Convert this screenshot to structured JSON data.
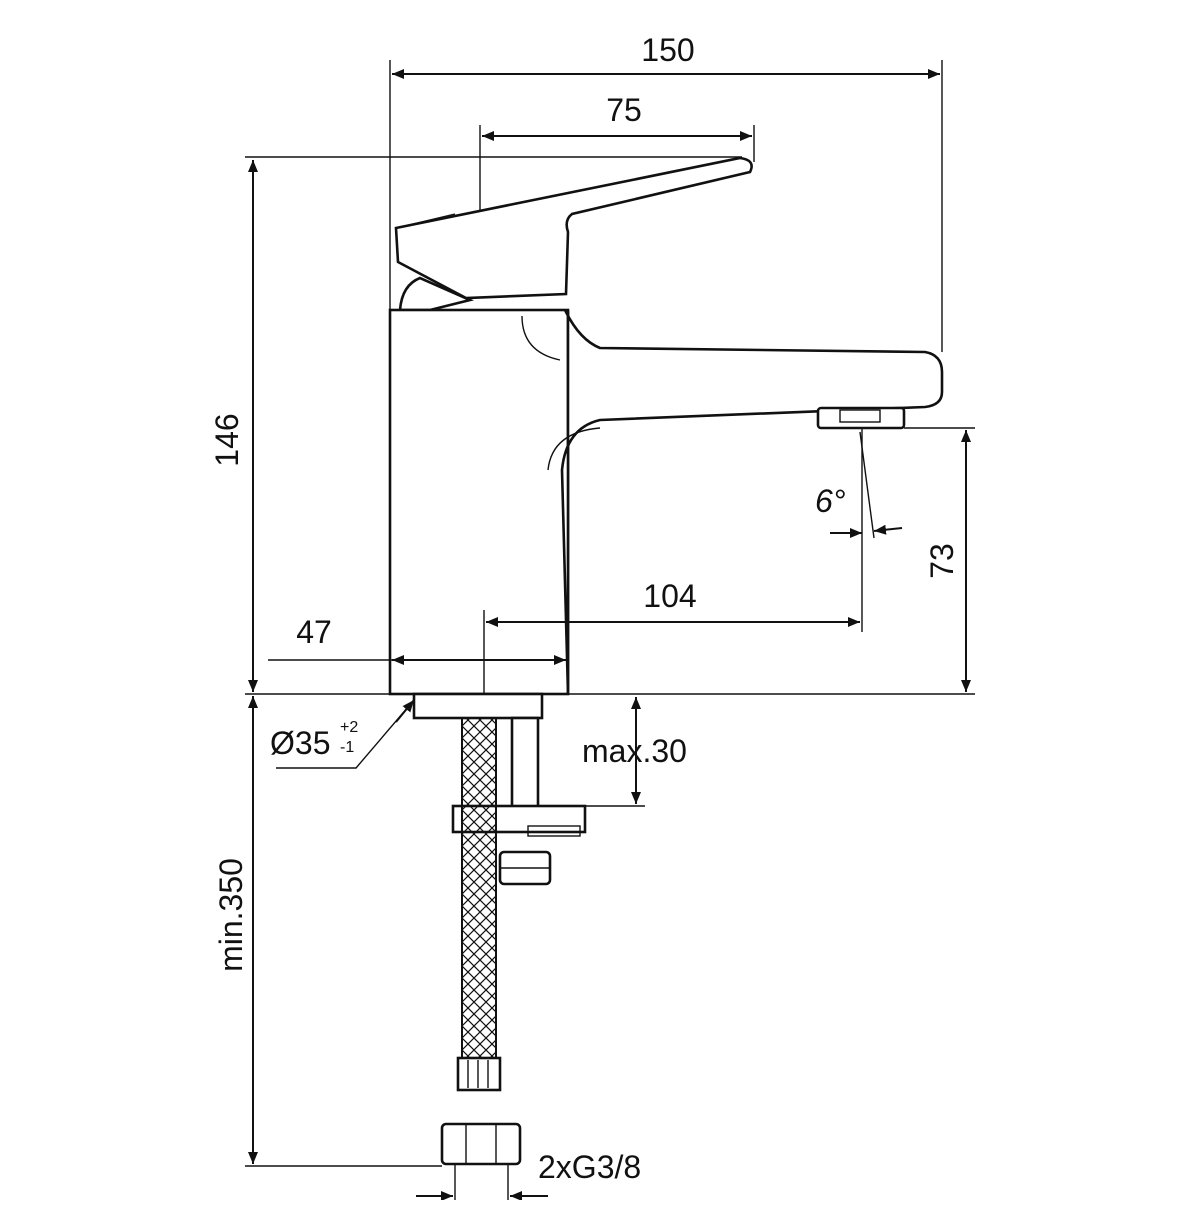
{
  "drawing": {
    "colors": {
      "line": "#111111",
      "background": "#ffffff"
    },
    "dimensions": {
      "overall_width": "150",
      "lever_length": "75",
      "overall_height": "146",
      "spout_height": "73",
      "spout_reach": "104",
      "body_width": "47",
      "spray_angle": "6°",
      "hole_diameter": "Ø35",
      "hole_tol_plus": "+2",
      "hole_tol_minus": "-1",
      "max_deck_thickness": "max.30",
      "min_hose_length": "min.350",
      "connection": "2xG3/8"
    }
  }
}
